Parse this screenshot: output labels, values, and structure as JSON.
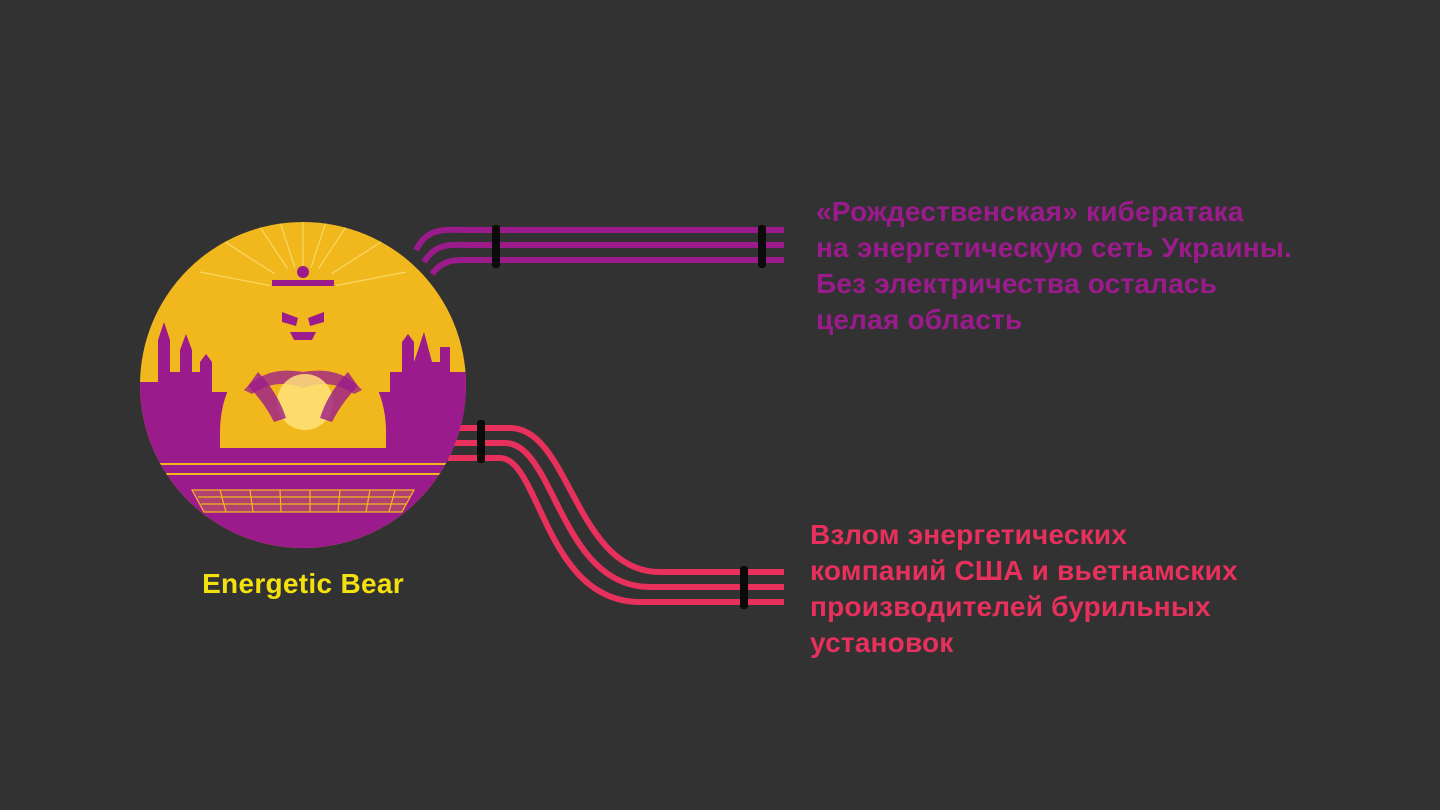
{
  "colors": {
    "background": "#323232",
    "purple": "#9b1a8c",
    "pink": "#e8305c",
    "yellow": "#f1b81e",
    "caption": "#f3e00f",
    "marker": "#0a0a0a"
  },
  "emblem": {
    "icon": "energetic-bear-emblem-icon",
    "caption": "Energetic Bear"
  },
  "connectors": [
    {
      "name": "top-connector",
      "color_key": "purple",
      "lines": 3
    },
    {
      "name": "bottom-connector",
      "color_key": "pink",
      "lines": 3
    }
  ],
  "notes": {
    "top": {
      "lines": [
        "«Рождественская» кибератака",
        "на энергетическую сеть Украины.",
        "Без электричества осталась",
        "целая область"
      ]
    },
    "bottom": {
      "lines": [
        "Взлом энергетических",
        "компаний США и вьетнамских",
        "производителей бурильных",
        "установок"
      ]
    }
  }
}
